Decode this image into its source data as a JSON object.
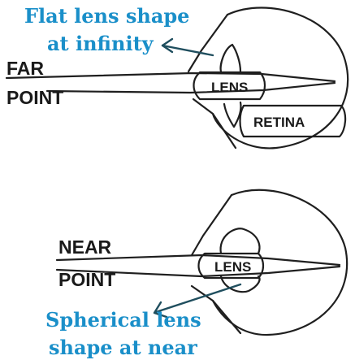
{
  "top": {
    "caption_line1": "Flat lens shape",
    "caption_line2": "at infinity",
    "point_label_line1": "FAR",
    "point_label_line2": "POINT",
    "lens_label": "LENS",
    "retina_label": "RETINA"
  },
  "bottom": {
    "caption_line1": "Spherical lens",
    "caption_line2": "shape at near",
    "point_label_line1": "NEAR",
    "point_label_line2": "POINT",
    "lens_label": "LENS"
  },
  "colors": {
    "caption": "#1a8fc9",
    "ink": "#1f1f1f",
    "arrow": "#1f4e5e"
  }
}
